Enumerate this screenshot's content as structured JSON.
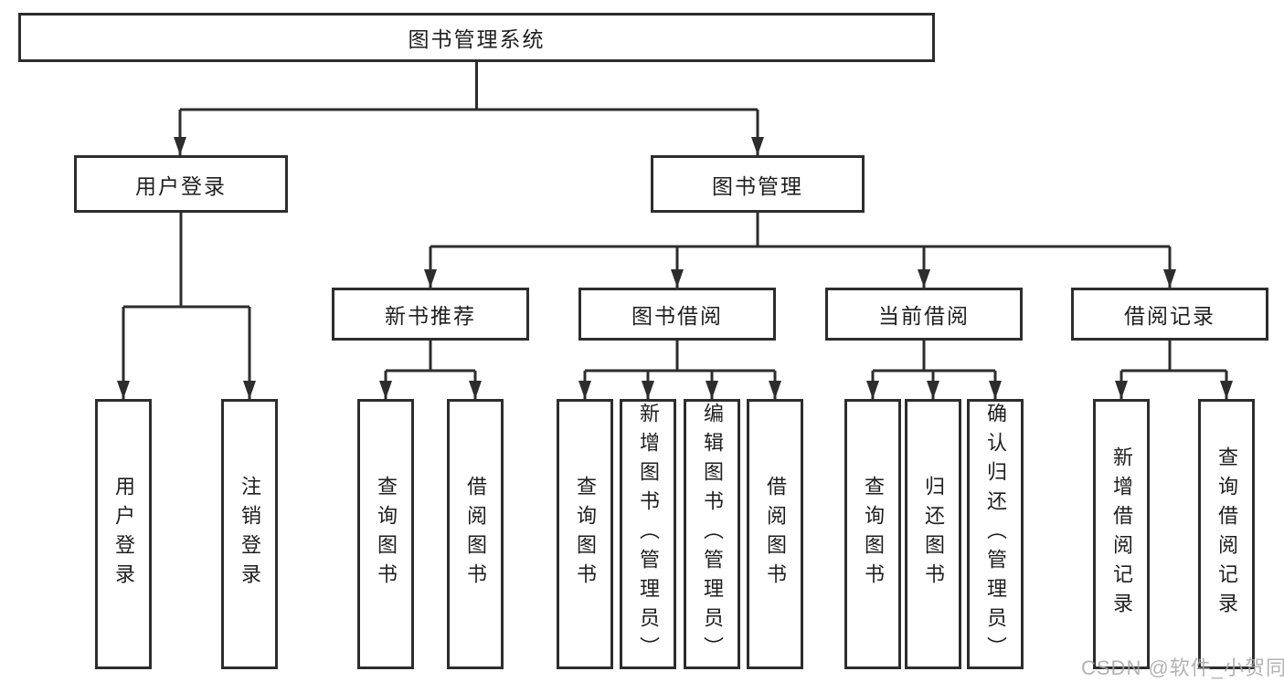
{
  "title": "图书管理系统",
  "colors": {
    "line": "#2d2d2d",
    "box_border": "#2d2d2d",
    "box_fill": "#ffffff",
    "text": "#1e1e1e",
    "watermark": "#a6a6a6",
    "background": "#ffffff"
  },
  "watermark": {
    "text": "CSDN @软件_小贺同学"
  },
  "tree": {
    "root": {
      "label": "图书管理系统",
      "children": [
        {
          "label": "用户登录",
          "children": [
            {
              "label": "用户登录"
            },
            {
              "label": "注销登录"
            }
          ]
        },
        {
          "label": "图书管理",
          "children": [
            {
              "label": "新书推荐",
              "children": [
                {
                  "label": "查询图书"
                },
                {
                  "label": "借阅图书"
                }
              ]
            },
            {
              "label": "图书借阅",
              "children": [
                {
                  "label": "查询图书"
                },
                {
                  "label": "新增图书（管理员）"
                },
                {
                  "label": "编辑图书（管理员）"
                },
                {
                  "label": "借阅图书"
                }
              ]
            },
            {
              "label": "当前借阅",
              "children": [
                {
                  "label": "查询图书"
                },
                {
                  "label": "归还图书"
                },
                {
                  "label": "确认归还（管理员）"
                }
              ]
            },
            {
              "label": "借阅记录",
              "children": [
                {
                  "label": "新增借阅记录"
                },
                {
                  "label": "查询借阅记录"
                }
              ]
            }
          ]
        }
      ]
    }
  }
}
